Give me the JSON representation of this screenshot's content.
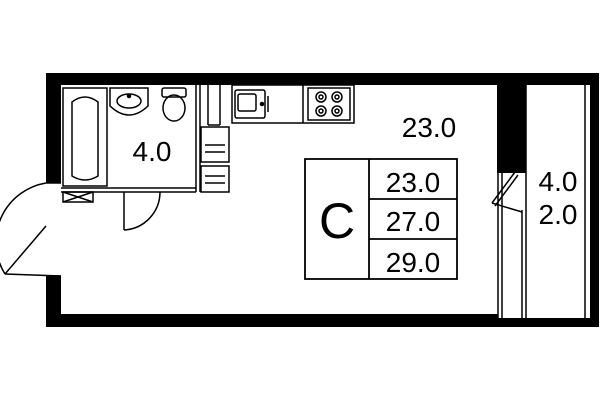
{
  "plan": {
    "type_letter": "С",
    "areas": {
      "main_room": "23.0",
      "bathroom": "4.0",
      "balcony_total": "4.0",
      "balcony_reduced": "2.0"
    },
    "summary_table": [
      "23.0",
      "27.0",
      "29.0"
    ]
  },
  "colors": {
    "wall": "#000000",
    "background": "#ffffff",
    "line": "#000000"
  }
}
